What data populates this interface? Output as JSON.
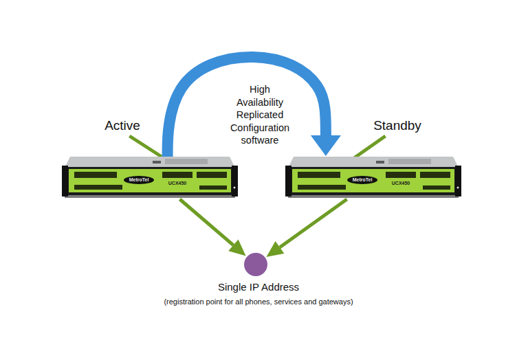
{
  "diagram": {
    "nodes": [
      {
        "text": [
          "Active"
        ]
      },
      {
        "text": [
          "Standby"
        ]
      },
      {
        "text": [
          "Single IP Address",
          "(registration point for all phones, services and gateways)"
        ]
      }
    ],
    "edges": [
      {
        "from": 0,
        "to": 1,
        "label": "High Availability Replicated Configuration software",
        "arrow": "to"
      },
      {
        "from": 0,
        "to": 2,
        "arrow": "to"
      },
      {
        "from": 1,
        "to": 2,
        "arrow": "to"
      }
    ],
    "labels": [
      "MetroTel",
      "UCX450",
      "MetroTel",
      "UCX450"
    ]
  }
}
